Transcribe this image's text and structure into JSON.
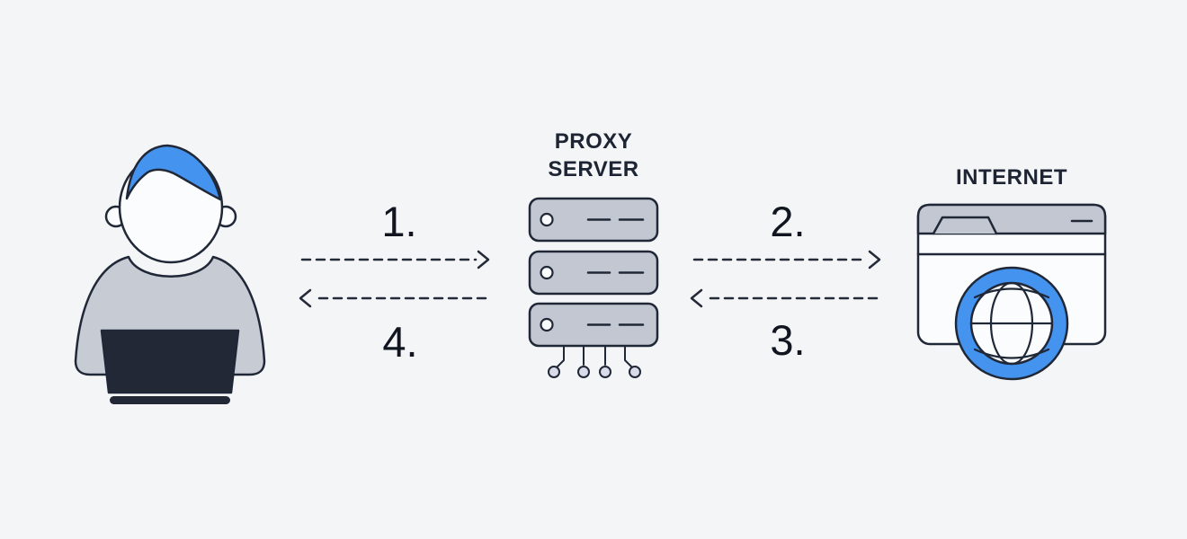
{
  "colors": {
    "background": "#f4f5f7",
    "outline": "#202838",
    "accent_blue": "#4493ee",
    "gray_fill": "#c6cbd4",
    "header_gray": "#c2c7d1",
    "dark_fill": "#232836",
    "connector_dot": "#d9dbe8",
    "white_fill": "#fbfcfd",
    "label_dark": "#1d2433"
  },
  "nodes": {
    "user": {
      "icon": "user-at-laptop-icon"
    },
    "proxy_server": {
      "label_line1": "PROXY",
      "label_line2": "SERVER",
      "icon": "server-stack-icon"
    },
    "internet": {
      "label": "INTERNET",
      "icon": "browser-globe-icon"
    }
  },
  "flow": {
    "steps": [
      {
        "label": "1.",
        "from": "user",
        "to": "proxy_server",
        "direction": "right"
      },
      {
        "label": "2.",
        "from": "proxy_server",
        "to": "internet",
        "direction": "right"
      },
      {
        "label": "3.",
        "from": "internet",
        "to": "proxy_server",
        "direction": "left"
      },
      {
        "label": "4.",
        "from": "proxy_server",
        "to": "user",
        "direction": "left"
      }
    ]
  }
}
